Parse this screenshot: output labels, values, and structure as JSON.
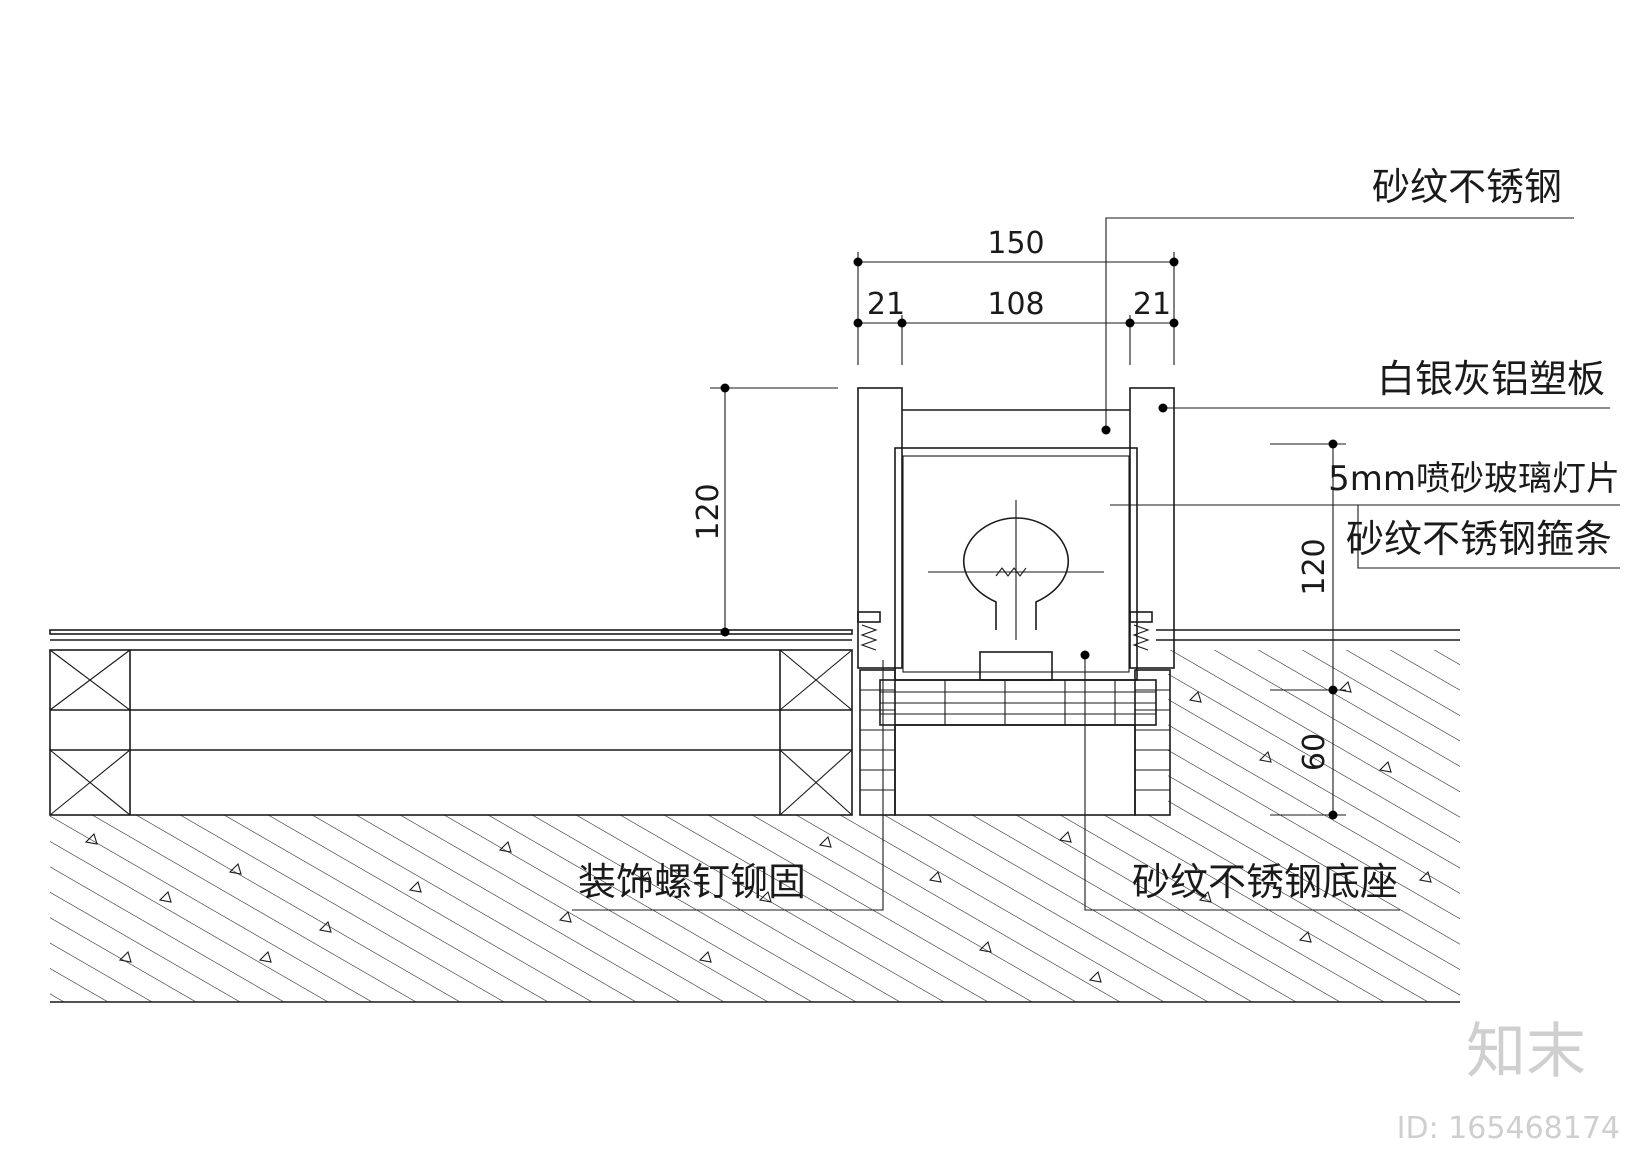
{
  "labels": {
    "top_steel": "砂纹不锈钢",
    "aluminum_panel": "白银灰铝塑板",
    "glass_sheet": "5mm喷砂玻璃灯片",
    "steel_strip": "砂纹不锈钢箍条",
    "screw_rivet": "装饰螺钉铆固",
    "steel_base": "砂纹不锈钢底座"
  },
  "dimensions": {
    "overall_width": "150",
    "left_flange": "21",
    "inner_width": "108",
    "right_flange": "21",
    "height_left": "120",
    "height_right": "120",
    "depth_right": "60"
  },
  "watermark": {
    "brand": "知末",
    "id_text": "ID: 165468174"
  }
}
